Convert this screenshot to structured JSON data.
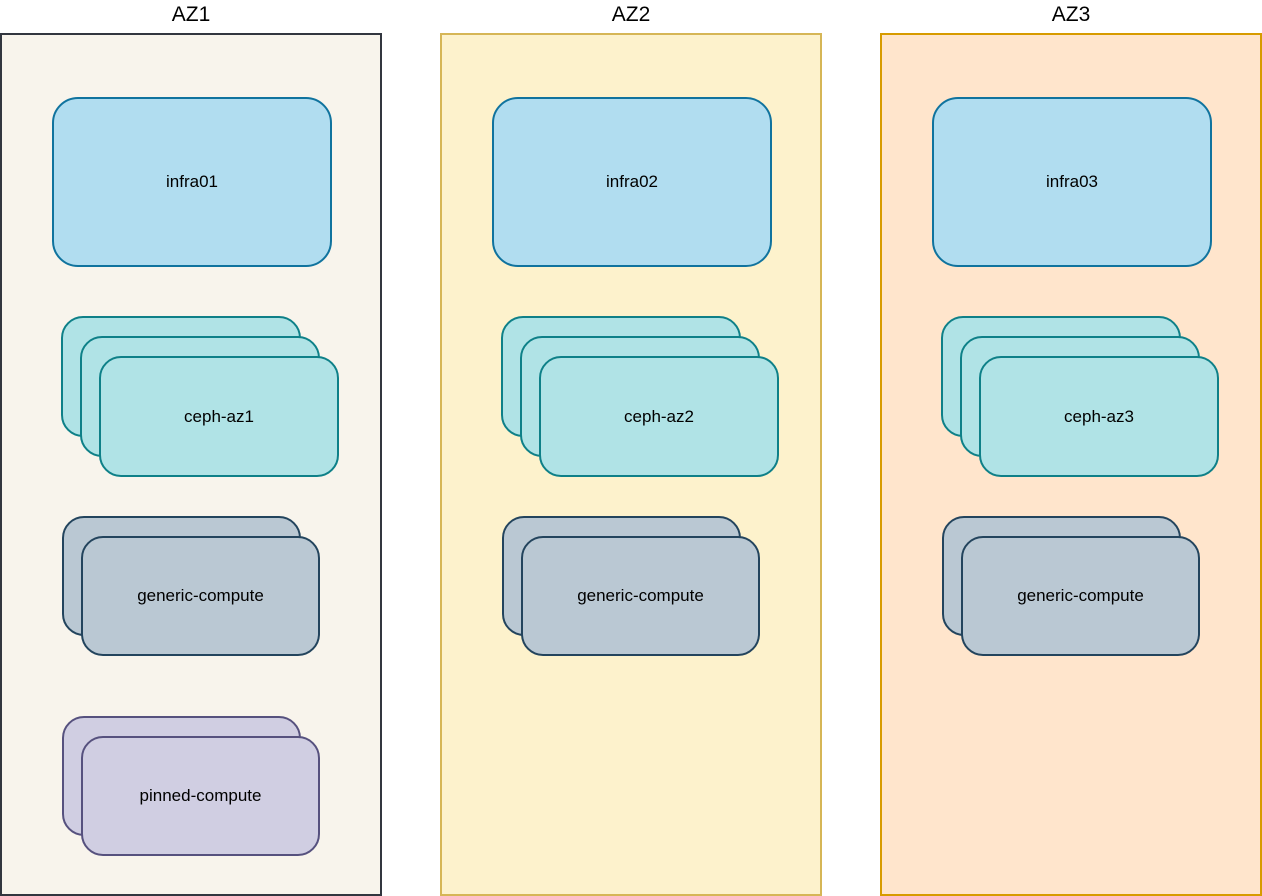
{
  "zones": [
    {
      "title": "AZ1",
      "fill": "#f8f4ec",
      "stroke": "#32363f",
      "nodes": [
        {
          "label": "infra01",
          "type": "infra",
          "count": 1
        },
        {
          "label": "ceph-az1",
          "type": "ceph",
          "count": 3
        },
        {
          "label": "generic-compute",
          "type": "generic",
          "count": 2
        },
        {
          "label": "pinned-compute",
          "type": "pinned",
          "count": 2
        }
      ]
    },
    {
      "title": "AZ2",
      "fill": "#fdf2cc",
      "stroke": "#d6b656",
      "nodes": [
        {
          "label": "infra02",
          "type": "infra",
          "count": 1
        },
        {
          "label": "ceph-az2",
          "type": "ceph",
          "count": 3
        },
        {
          "label": "generic-compute",
          "type": "generic",
          "count": 2
        }
      ]
    },
    {
      "title": "AZ3",
      "fill": "#ffe5cc",
      "stroke": "#d79b00",
      "nodes": [
        {
          "label": "infra03",
          "type": "infra",
          "count": 1
        },
        {
          "label": "ceph-az3",
          "type": "ceph",
          "count": 3
        },
        {
          "label": "generic-compute",
          "type": "generic",
          "count": 2
        }
      ]
    }
  ],
  "node_styles": {
    "infra": {
      "fill": "#b1ddf0",
      "stroke": "#10739e"
    },
    "ceph": {
      "fill": "#b0e3e6",
      "stroke": "#0e8088"
    },
    "generic": {
      "fill": "#bac8d3",
      "stroke": "#23445d"
    },
    "pinned": {
      "fill": "#d0cee2",
      "stroke": "#56517e"
    }
  }
}
